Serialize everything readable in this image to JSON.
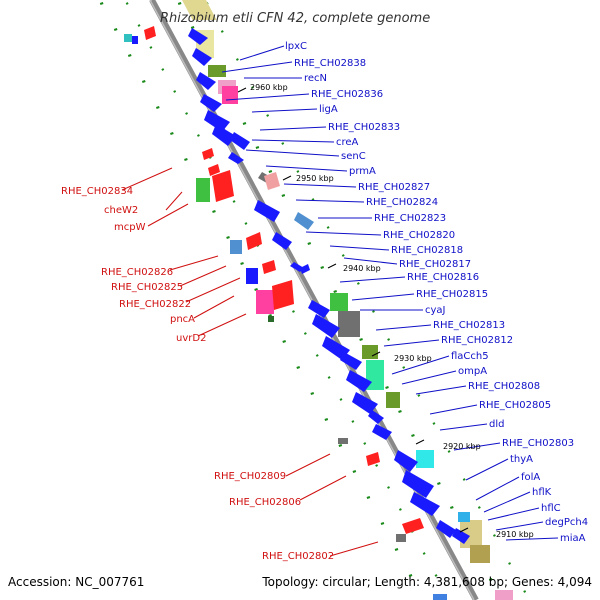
{
  "title": "Rhizobium etli CFN 42, complete genome",
  "accession": "Accession: NC_007761",
  "topology": "Topology: circular; Length: 4,381,608 bp; Genes: 4,094",
  "kbp_marks": [
    "2960 kbp",
    "2950 kbp",
    "2940 kbp",
    "2930 kbp",
    "2920 kbp",
    "2910 kbp"
  ],
  "right_labels": [
    "lpxC",
    "RHE_CH02838",
    "recN",
    "RHE_CH02836",
    "ligA",
    "RHE_CH02833",
    "creA",
    "senC",
    "prmA",
    "RHE_CH02827",
    "RHE_CH02824",
    "RHE_CH02823",
    "RHE_CH02820",
    "RHE_CH02818",
    "RHE_CH02817",
    "RHE_CH02816",
    "RHE_CH02815",
    "cyaJ",
    "RHE_CH02813",
    "RHE_CH02812",
    "flaCch5",
    "ompA",
    "RHE_CH02808",
    "RHE_CH02805",
    "dld",
    "RHE_CH02803",
    "thyA",
    "folA",
    "hflK",
    "hflC",
    "degPch4",
    "miaA"
  ],
  "left_labels": [
    "RHE_CH02834",
    "cheW2",
    "mcpW",
    "RHE_CH02826",
    "RHE_CH02825",
    "RHE_CH02822",
    "pncA",
    "uvrD2",
    "RHE_CH02809",
    "RHE_CH02806",
    "RHE_CH02802"
  ],
  "colors": {
    "backbone": "#888888",
    "forward_blue": "#1a1aff",
    "reverse_red": "#ff2020",
    "label_blue": "#1010c8",
    "label_red": "#d01010",
    "tick_green": "#1a8a1a"
  }
}
